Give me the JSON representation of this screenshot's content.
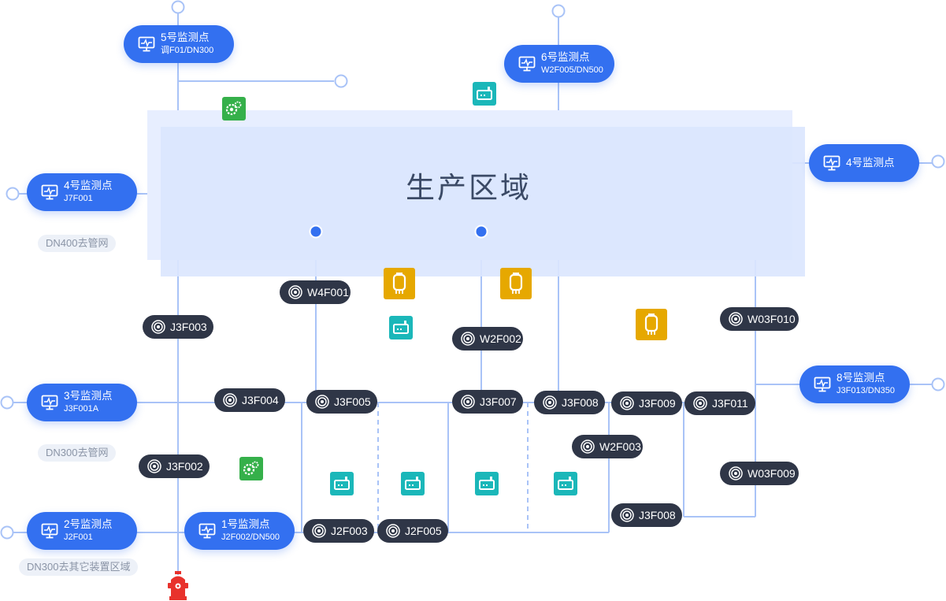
{
  "zone": {
    "title": "生产区域"
  },
  "monitor_points": [
    {
      "id": "mp5",
      "title": "5号监测点",
      "sub": "调F01/DN300"
    },
    {
      "id": "mp6",
      "title": "6号监测点",
      "sub": "W2F005/DN500"
    },
    {
      "id": "mp4L",
      "title": "4号监测点",
      "sub": "J7F001"
    },
    {
      "id": "mp4R",
      "title": "4号监测点",
      "sub": ""
    },
    {
      "id": "mp3",
      "title": "3号监测点",
      "sub": "J3F001A"
    },
    {
      "id": "mp8",
      "title": "8号监测点",
      "sub": "J3F013/DN350"
    },
    {
      "id": "mp2",
      "title": "2号监测点",
      "sub": "J2F001"
    },
    {
      "id": "mp1",
      "title": "1号监测点",
      "sub": "J2F002/DN500"
    }
  ],
  "valves": [
    "W4F001",
    "J3F003",
    "W2F002",
    "W03F010",
    "J3F004",
    "J3F005",
    "J3F007",
    "J3F008",
    "J3F009",
    "J3F011",
    "W2F003",
    "J3F002",
    "W03F009",
    "J3F008",
    "J2F003",
    "J2F005"
  ],
  "pipe_labels": [
    "DN400去管网",
    "DN300去管网",
    "DN300去其它装置区域"
  ],
  "colors": {
    "monitor": "#3370f0",
    "valve": "#2f3647",
    "pipe": "#a9c3f7",
    "zone": "#dbe6fe",
    "pump": "#1bb7b9",
    "tank": "#e6a800",
    "gear": "#35b04a",
    "hydrant": "#e8322c"
  },
  "icons": {
    "monitor": "monitor-icon",
    "valve": "valve-icon",
    "pump": "pump-icon",
    "tank": "tank-icon",
    "gear": "gear-icon",
    "hydrant": "fire-hydrant-icon"
  }
}
